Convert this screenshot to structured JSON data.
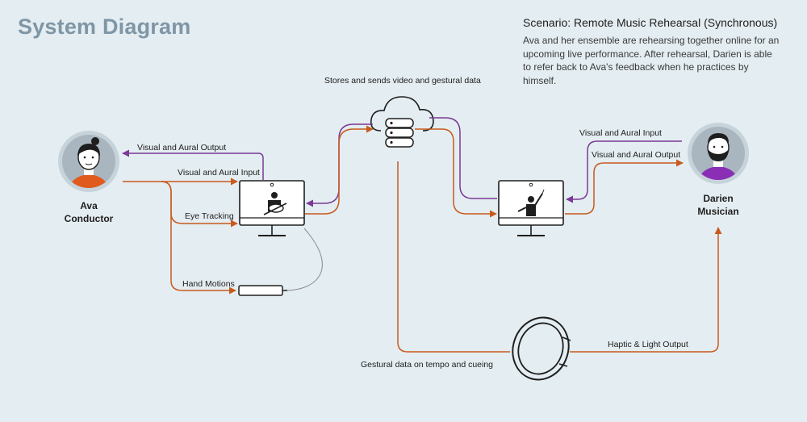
{
  "header": {
    "title": "System Diagram",
    "scenario_title": "Scenario: Remote Music Rehearsal (Synchronous)",
    "scenario_text": "Ava and her ensemble are rehearsing together online for an upcoming live performance. After rehearsal, Darien is able to refer back to Ava's feedback when he practices by himself."
  },
  "people": {
    "ava": {
      "name": "Ava",
      "role": "Conductor"
    },
    "darien": {
      "name": "Darien",
      "role": "Musician"
    }
  },
  "labels": {
    "cloud": "Stores and sends video and gestural data",
    "ava_output": "Visual and Aural Output",
    "ava_input": "Visual and Aural Input",
    "eye_tracking": "Eye Tracking",
    "hand_motions": "Hand Motions",
    "darien_input": "Visual and Aural Input",
    "darien_output": "Visual and Aural Output",
    "gestural": "Gestural data on tempo and cueing",
    "haptic": "Haptic & Light Output"
  },
  "colors": {
    "orange": "#c85a1e",
    "purple": "#7a3a96",
    "title": "#7f96a6",
    "background": "#e4edf1",
    "ava_shirt": "#e05a1e",
    "darien_shirt": "#8a2fb5"
  }
}
